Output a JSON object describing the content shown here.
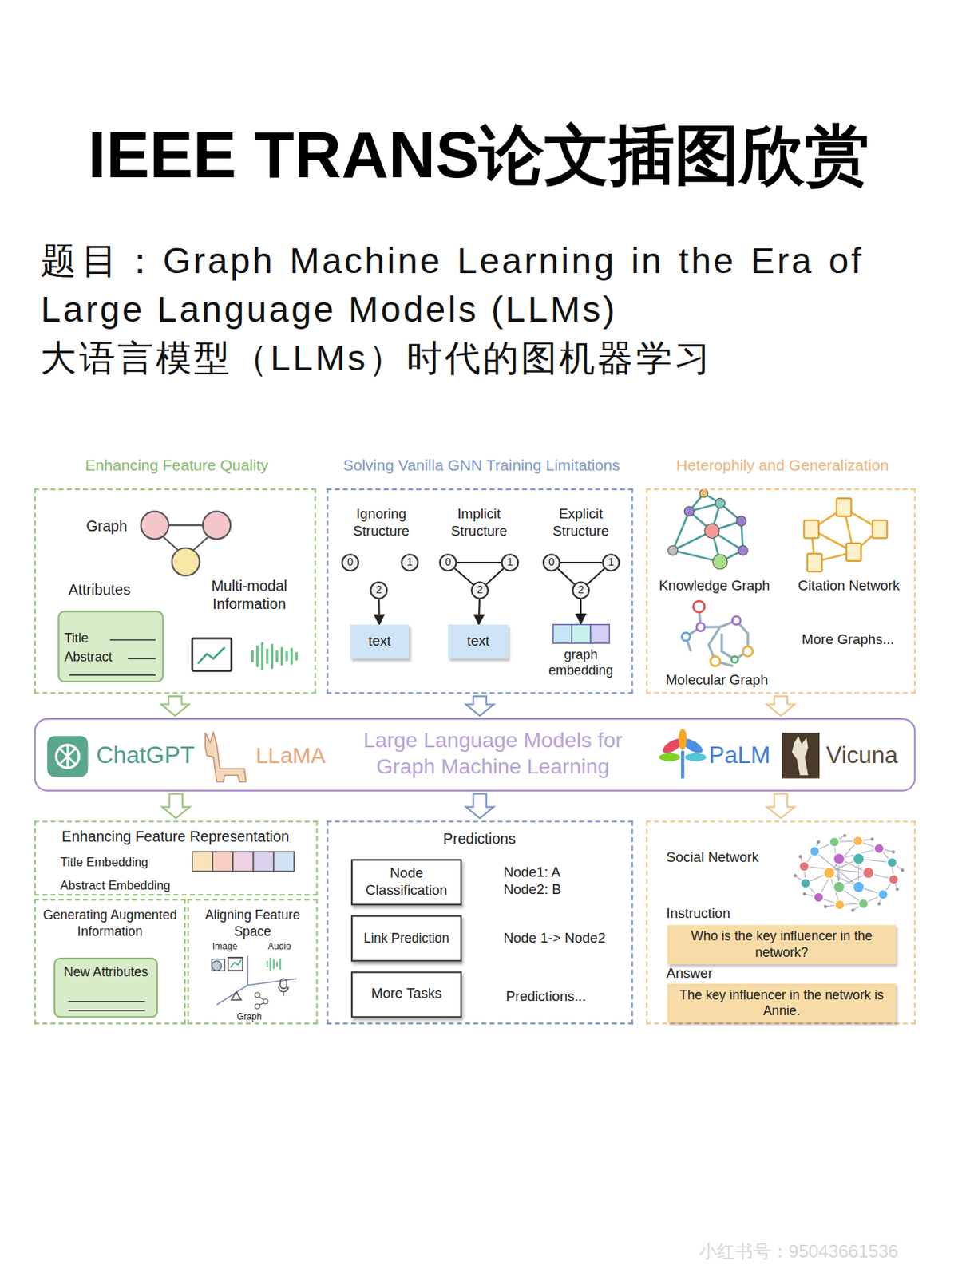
{
  "diagram": {
    "title": "IEEE TRANS论文插图欣赏",
    "nodes": [
      {
        "text": [
          "Enhancing Feature Quality",
          "Graph",
          "Attributes",
          "Multi-modal Information"
        ]
      },
      {
        "text": [
          "Title",
          "Abstract"
        ],
        "in": 0
      },
      {
        "text": [
          "Solving Vanilla GNN Training Limitations",
          "Ignoring Structure",
          "Implicit Structure",
          "Explicit Structure"
        ]
      },
      {
        "text": [
          "0"
        ],
        "in": 2
      },
      {
        "text": [
          "1"
        ],
        "in": 2
      },
      {
        "text": [
          "2"
        ],
        "in": 2
      },
      {
        "text": [
          "0"
        ],
        "in": 2
      },
      {
        "text": [
          "1"
        ],
        "in": 2
      },
      {
        "text": [
          "2"
        ],
        "in": 2
      },
      {
        "text": [
          "0"
        ],
        "in": 2
      },
      {
        "text": [
          "1"
        ],
        "in": 2
      },
      {
        "text": [
          "2"
        ],
        "in": 2
      },
      {
        "text": [
          "text"
        ],
        "in": 2
      },
      {
        "text": [
          "text"
        ],
        "in": 2
      },
      {
        "text": [
          "graph embedding"
        ],
        "in": 2
      },
      {
        "text": [
          "Heterophily and Generalization",
          "Knowledge Graph",
          "Citation Network",
          "Molecular Graph",
          "More Graphs..."
        ]
      },
      {
        "text": [
          "ChatGPT",
          "LLaMA",
          "Large Language Models for Graph Machine Learning",
          "PaLM",
          "Vicuna"
        ]
      },
      {
        "text": [
          "Enhancing Feature Representation",
          "Title Embedding",
          "Abstract Embedding"
        ]
      },
      {
        "text": [
          "Generating Augmented Information"
        ]
      },
      {
        "text": [
          "New Attributes"
        ],
        "in": 18
      },
      {
        "text": [
          "Aligning Feature Space",
          "Image",
          "Audio",
          "Graph"
        ]
      },
      {
        "text": [
          "Predictions",
          "Node1: A Node2: B",
          "Node 1-> Node2",
          "Predictions..."
        ]
      },
      {
        "text": [
          "Node Classification"
        ],
        "in": 21
      },
      {
        "text": [
          "Link Prediction"
        ],
        "in": 21
      },
      {
        "text": [
          "More Tasks"
        ],
        "in": 21
      },
      {
        "text": [
          "Social Network",
          "Instruction",
          "Answer"
        ]
      },
      {
        "text": [
          "Who is the key influencer in the network?"
        ],
        "in": 25
      },
      {
        "text": [
          "The key influencer in the network is Annie."
        ],
        "in": 25
      }
    ],
    "edges": [
      {
        "from": 0,
        "to": 16,
        "arrow": "to"
      },
      {
        "from": 2,
        "to": 16,
        "arrow": "to"
      },
      {
        "from": 15,
        "to": 16,
        "arrow": "to"
      },
      {
        "from": 16,
        "to": 17,
        "arrow": "to"
      },
      {
        "from": 16,
        "to": 21,
        "arrow": "to"
      },
      {
        "from": 16,
        "to": 25,
        "arrow": "to"
      },
      {
        "from": 5,
        "to": 12,
        "arrow": "to"
      },
      {
        "from": 6,
        "to": 7,
        "arrow": "none"
      },
      {
        "from": 6,
        "to": 8,
        "arrow": "none"
      },
      {
        "from": 7,
        "to": 8,
        "arrow": "none"
      },
      {
        "from": 8,
        "to": 13,
        "arrow": "to"
      },
      {
        "from": 9,
        "to": 10,
        "arrow": "none"
      },
      {
        "from": 9,
        "to": 11,
        "arrow": "none"
      },
      {
        "from": 10,
        "to": 11,
        "arrow": "none"
      },
      {
        "from": 11,
        "to": 14,
        "arrow": "to"
      }
    ],
    "labels": [
      "题目：Graph Machine Learning in the Era of Large Language Models (LLMs)",
      "大语言模型（LLMs）时代的图机器学习",
      "小红书号：95043661536"
    ]
  }
}
